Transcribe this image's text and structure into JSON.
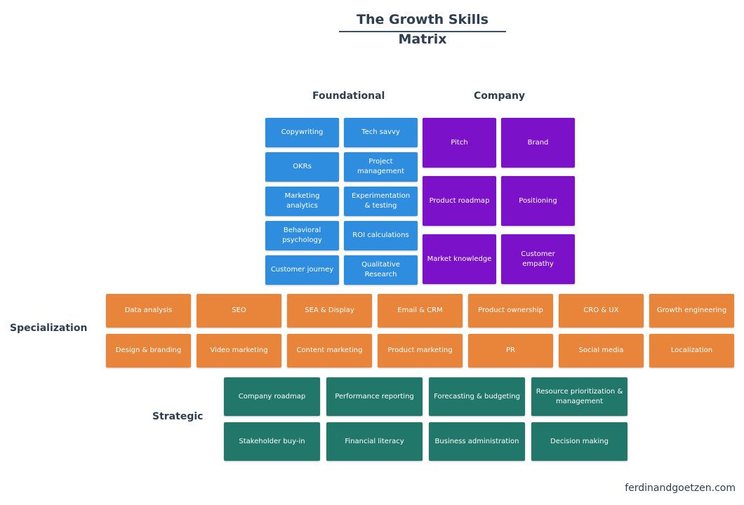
{
  "title": "The Growth Skills Matrix",
  "headings": {
    "foundational": "Foundational",
    "company": "Company",
    "specialization": "Specialization",
    "strategic": "Strategic"
  },
  "foundational": {
    "left": [
      "Copywriting",
      "OKRs",
      "Marketing analytics",
      "Behavioral psychology",
      "Customer journey"
    ],
    "right": [
      "Tech savvy",
      "Project management",
      "Experimentation & testing",
      "ROI calculations",
      "Qualitative Research"
    ]
  },
  "company": [
    "Pitch",
    "Brand",
    "Product roadmap",
    "Positioning",
    "Market knowledge",
    "Customer empathy"
  ],
  "specialization": {
    "row1": [
      "Data analysis",
      "SEO",
      "SEA & Display",
      "Email & CRM",
      "Product ownership",
      "CRO & UX",
      "Growth engineering"
    ],
    "row2": [
      "Design & branding",
      "Video marketing",
      "Content marketing",
      "Product marketing",
      "PR",
      "Social media",
      "Localization"
    ]
  },
  "strategic": {
    "row1": [
      "Company roadmap",
      "Performance reporting",
      "Forecasting & budgeting",
      "Resource prioritization & management"
    ],
    "row2": [
      "Stakeholder buy-in",
      "Financial literacy",
      "Business administration",
      "Decision making"
    ]
  },
  "credit": "ferdinandgoetzen.com",
  "colors": {
    "foundational": "#2f8de0",
    "company": "#7b12c9",
    "specialization": "#e8853b",
    "strategic": "#21786a"
  }
}
